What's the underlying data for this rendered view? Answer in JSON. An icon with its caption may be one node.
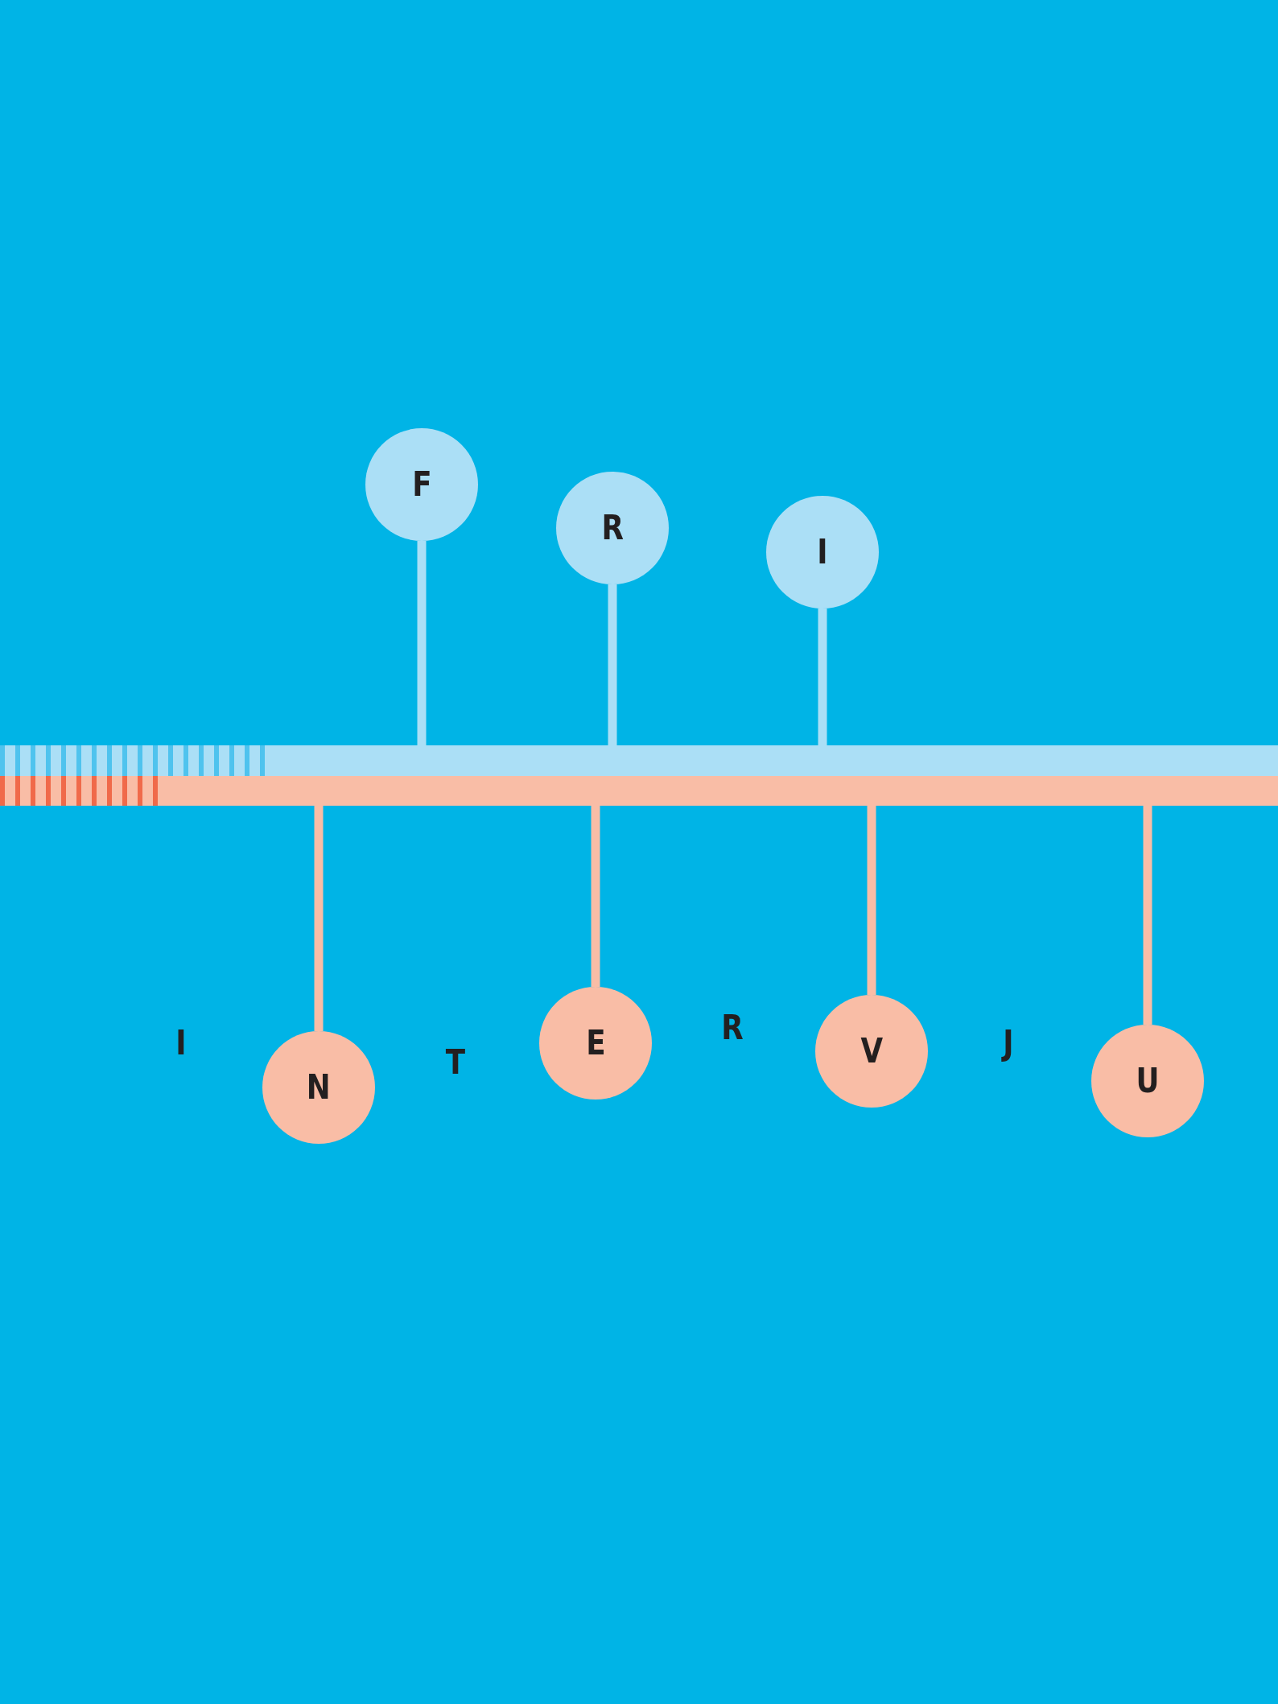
{
  "diagram": {
    "nodes": [
      {
        "text": [],
        "shape": "bar"
      },
      {
        "text": [],
        "shape": "bar"
      },
      {
        "text": [
          "F"
        ]
      },
      {
        "text": [
          "R"
        ]
      },
      {
        "text": [
          "I"
        ]
      },
      {
        "text": [
          "N"
        ]
      },
      {
        "text": [
          "E"
        ]
      },
      {
        "text": [
          "V"
        ]
      },
      {
        "text": [
          "U"
        ]
      }
    ],
    "edges": [
      {
        "from": 2,
        "to": 0,
        "arrow": "none"
      },
      {
        "from": 3,
        "to": 0,
        "arrow": "none"
      },
      {
        "from": 4,
        "to": 0,
        "arrow": "none"
      },
      {
        "from": 5,
        "to": 1,
        "arrow": "none"
      },
      {
        "from": 6,
        "to": 1,
        "arrow": "none"
      },
      {
        "from": 7,
        "to": 1,
        "arrow": "none"
      },
      {
        "from": 8,
        "to": 1,
        "arrow": "none"
      }
    ],
    "labels": [
      "I",
      "T",
      "R",
      "J"
    ]
  }
}
